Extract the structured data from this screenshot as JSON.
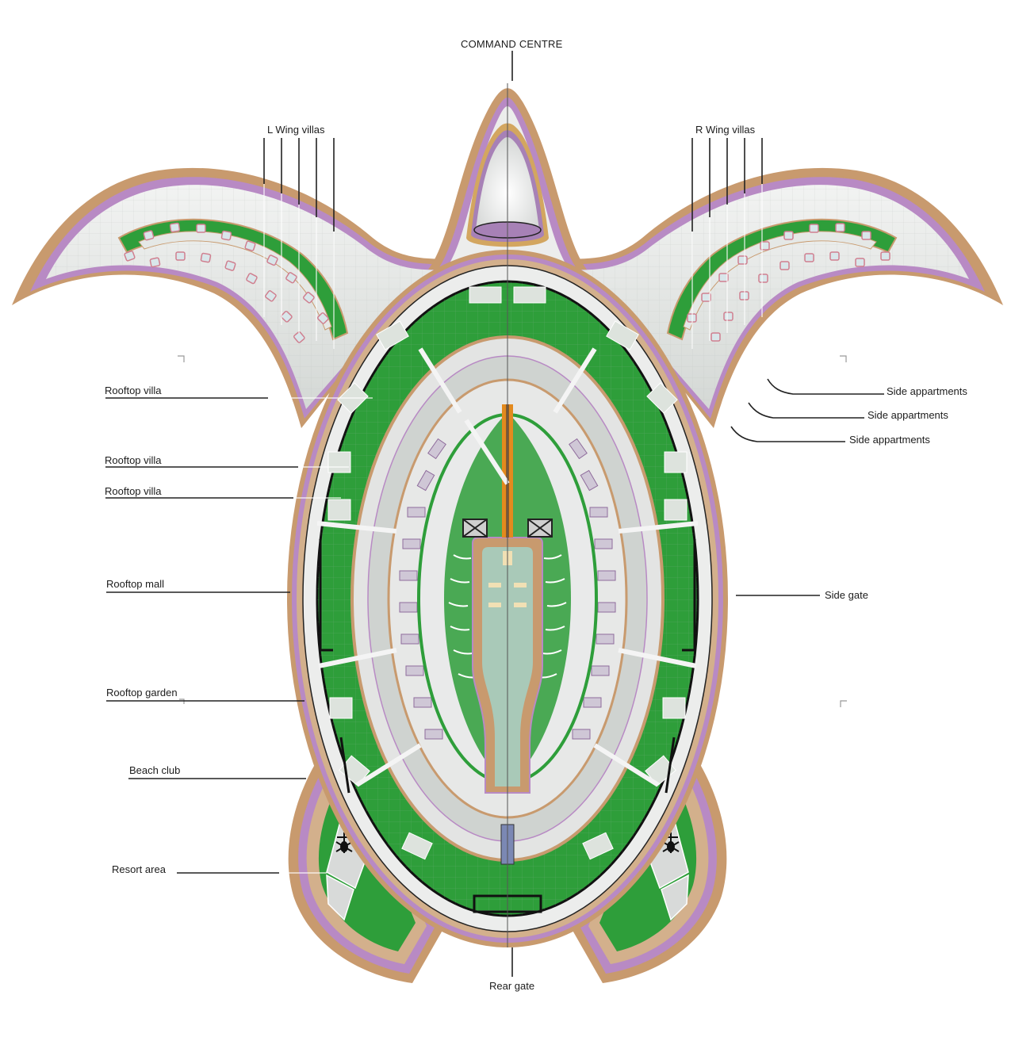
{
  "diagram": {
    "type": "architectural-site-plan",
    "subject": "turtle-shaped floating resort (top-down plan)",
    "colors": {
      "background": "#ffffff",
      "green_landscape": "#2e9e3a",
      "light_green": "#6cc46a",
      "deck_grey": "#d9dcd9",
      "timber_band": "#c89a6e",
      "purple_band": "#b88ac4",
      "water": "#a9c9b8",
      "orange_spine": "#e38a1e",
      "leader_line": "#222222",
      "label_text": "#1c1c1c"
    }
  },
  "labels": {
    "top": {
      "command_centre": "COMMAND CENTRE"
    },
    "wings": {
      "left": "L Wing villas",
      "right": "R Wing villas"
    },
    "left_side": [
      {
        "id": "rooftop_villa_1",
        "text": "Rooftop villa"
      },
      {
        "id": "rooftop_villa_2",
        "text": "Rooftop villa"
      },
      {
        "id": "rooftop_villa_3",
        "text": "Rooftop villa"
      },
      {
        "id": "rooftop_mall",
        "text": "Rooftop mall"
      },
      {
        "id": "rooftop_garden",
        "text": "Rooftop garden"
      },
      {
        "id": "beach_club",
        "text": "Beach club"
      },
      {
        "id": "resort_area",
        "text": "Resort area"
      }
    ],
    "right_side": [
      {
        "id": "side_appartments_1",
        "text": "Side appartments"
      },
      {
        "id": "side_appartments_2",
        "text": "Side appartments"
      },
      {
        "id": "side_appartments_3",
        "text": "Side appartments"
      },
      {
        "id": "side_gate",
        "text": "Side gate"
      }
    ],
    "bottom": {
      "rear_gate": "Rear gate"
    }
  },
  "icons": {
    "helipad_left": "helipad-icon",
    "helipad_right": "helipad-icon"
  }
}
